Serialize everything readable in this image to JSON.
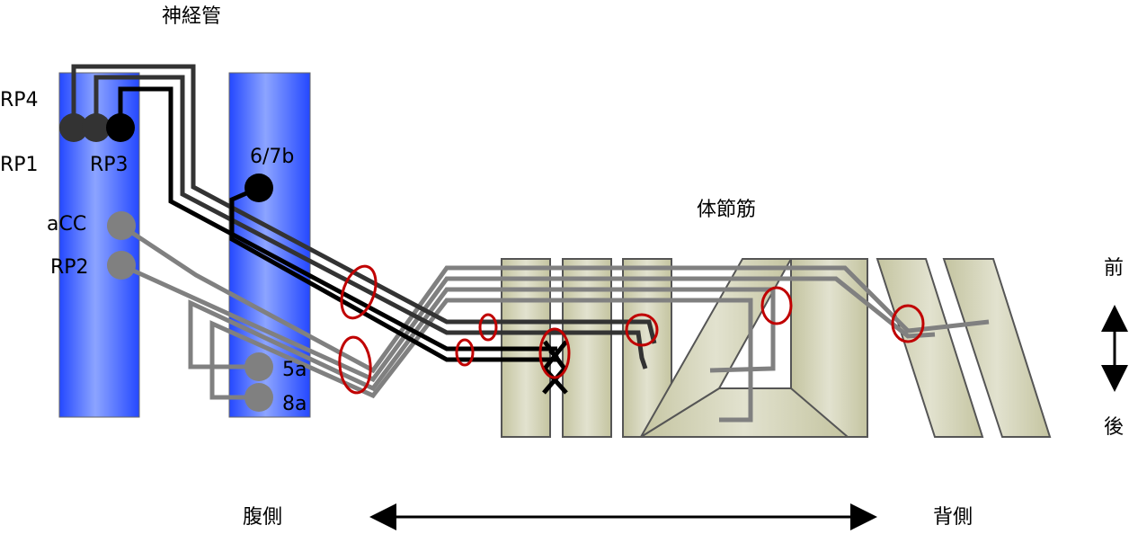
{
  "title": "神経管",
  "muscle_title": "体節筋",
  "neurons": {
    "rp4": "RP4",
    "rp1": "RP1",
    "rp3": "RP3",
    "n67b": "6/7b",
    "acc": "aCC",
    "rp2": "RP2",
    "n5a": "5a",
    "n8a": "8a"
  },
  "axis": {
    "anterior": "前",
    "posterior": "後",
    "ventral": "腹側",
    "dorsal": "背側"
  },
  "colors": {
    "neural_tube": "#2a55ff",
    "muscle": "#d4d4b8",
    "marker": "#c00000",
    "dark_axon": "#333333",
    "black_axon": "#000000",
    "gray_axon": "#808080"
  }
}
